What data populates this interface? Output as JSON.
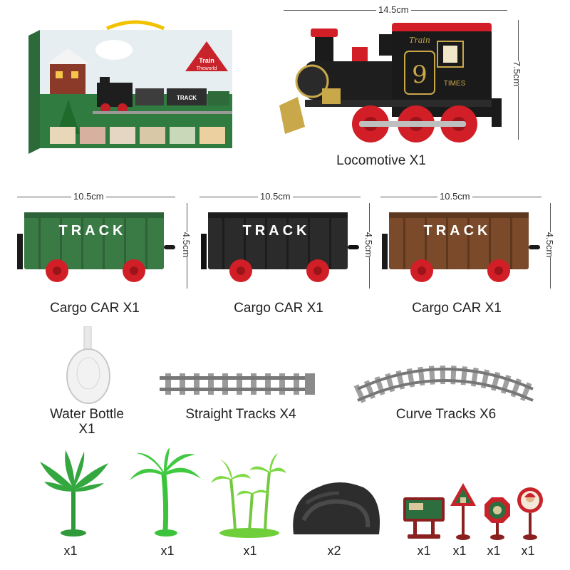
{
  "package": {
    "brand_line1": "Train",
    "brand_line2": "Theworld",
    "car_text": "TRACK"
  },
  "locomotive": {
    "number": "9",
    "emblem_top": "Train",
    "emblem_bottom": "TIMES",
    "width_label": "14.5cm",
    "height_label": "7.5cm",
    "caption": "Locomotive X1"
  },
  "cargo_cars": [
    {
      "color": "#3a7a45",
      "width_label": "10.5cm",
      "height_label": "4.5cm",
      "car_text": "TRACK",
      "caption": "Cargo CAR X1"
    },
    {
      "color": "#2b2b2b",
      "width_label": "10.5cm",
      "height_label": "4.5cm",
      "car_text": "TRACK",
      "caption": "Cargo CAR X1"
    },
    {
      "color": "#7a4a2a",
      "width_label": "10.5cm",
      "height_label": "4.5cm",
      "car_text": "TRACK",
      "caption": "Cargo CAR X1"
    }
  ],
  "accessories": [
    {
      "caption_line1": "Water Bottle",
      "caption_line2": "X1"
    },
    {
      "caption_line1": "Straight Tracks X4"
    },
    {
      "caption_line1": "Curve Tracks X6"
    }
  ],
  "scenery": [
    {
      "icon": "fern-tree-icon",
      "qty": "x1"
    },
    {
      "icon": "palm-tree-icon",
      "qty": "x1"
    },
    {
      "icon": "palm-cluster-icon",
      "qty": "x1"
    },
    {
      "icon": "rock-tunnel-icon",
      "qty": "x2"
    }
  ],
  "signs": [
    {
      "icon": "christmas-signboard-icon",
      "qty": "x1"
    },
    {
      "icon": "triangle-sign-icon",
      "qty": "x1"
    },
    {
      "icon": "octagon-sign-icon",
      "qty": "x1"
    },
    {
      "icon": "round-sign-icon",
      "qty": "x1"
    }
  ],
  "colors": {
    "wheel_red": "#d8232a",
    "dark_green": "#2e6b3a",
    "bright_green": "#3cc33c"
  }
}
